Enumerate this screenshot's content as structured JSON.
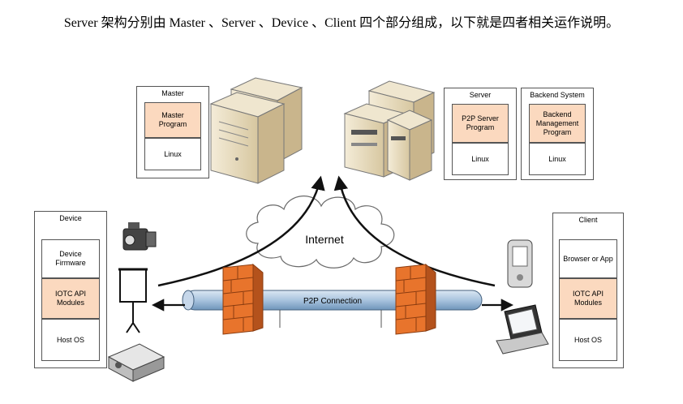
{
  "header_text": "Server 架构分别由 Master 、Server 、Device 、Client 四个部分组成，以下就是四者相关运作说明。",
  "master": {
    "title": "Master",
    "program": "Master Program",
    "os": "Linux"
  },
  "server": {
    "title": "Server",
    "program": "P2P Server Program",
    "os": "Linux"
  },
  "backend": {
    "title": "Backend System",
    "program": "Backend Management Program",
    "os": "Linux"
  },
  "device": {
    "title": "Device",
    "firmware": "Device Firmware",
    "modules": "IOTC API Modules",
    "os": "Host OS"
  },
  "client": {
    "title": "Client",
    "app": "Browser or App",
    "modules": "IOTC API Modules",
    "os": "Host OS"
  },
  "cloud_label": "Internet",
  "pipe_label": "P2P Connection",
  "colors": {
    "orange_cell": "#fbd9bf",
    "pipe": "#a9c4de",
    "firewall": "#e8742c",
    "server_beige": "#e9dcc0"
  }
}
